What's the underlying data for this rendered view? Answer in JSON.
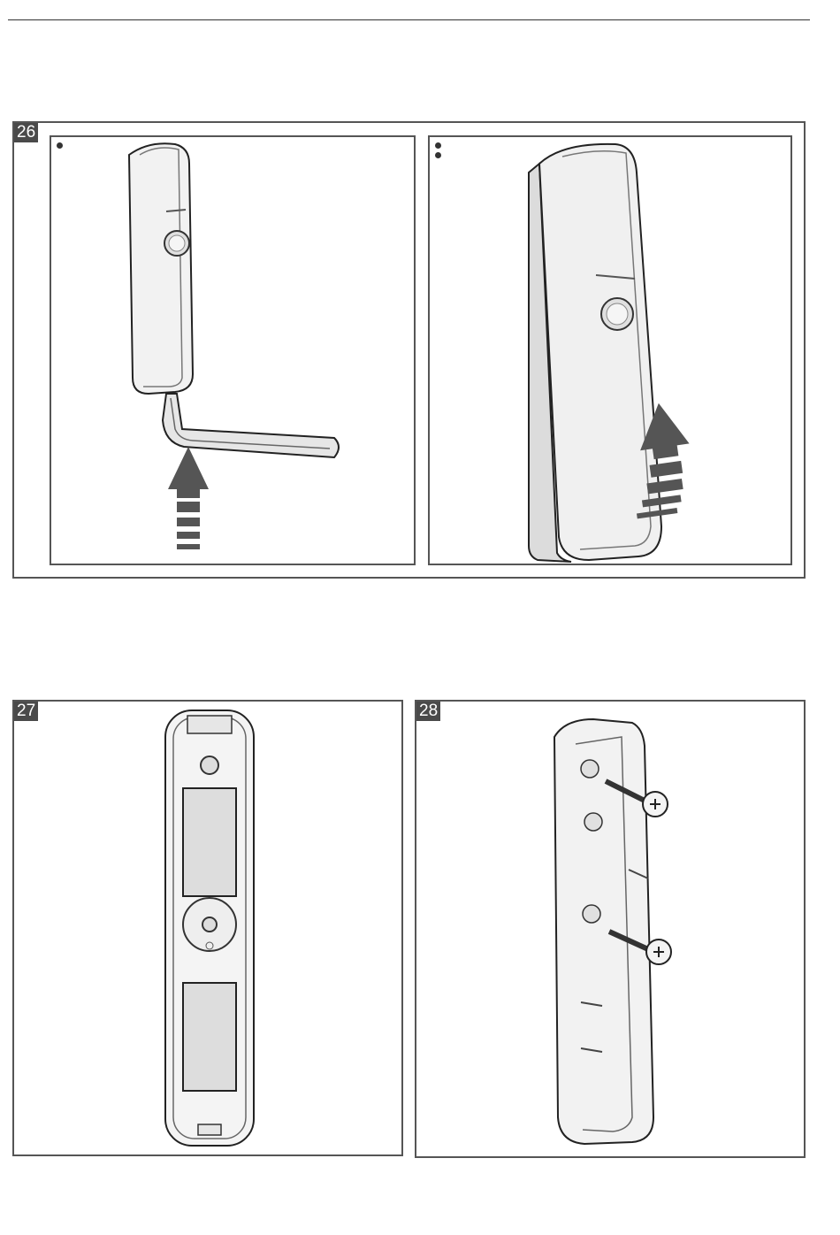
{
  "figures": [
    {
      "number": "26",
      "steps": [
        {
          "dots": 1
        },
        {
          "dots": 2
        }
      ]
    },
    {
      "number": "27"
    },
    {
      "number": "28"
    }
  ],
  "colors": {
    "badge": "#4a4a4a",
    "frame": "#555555",
    "device": "#eeeeee",
    "arrow": "#555555"
  },
  "icons": [
    "up-arrow-icon",
    "screw-icon"
  ]
}
